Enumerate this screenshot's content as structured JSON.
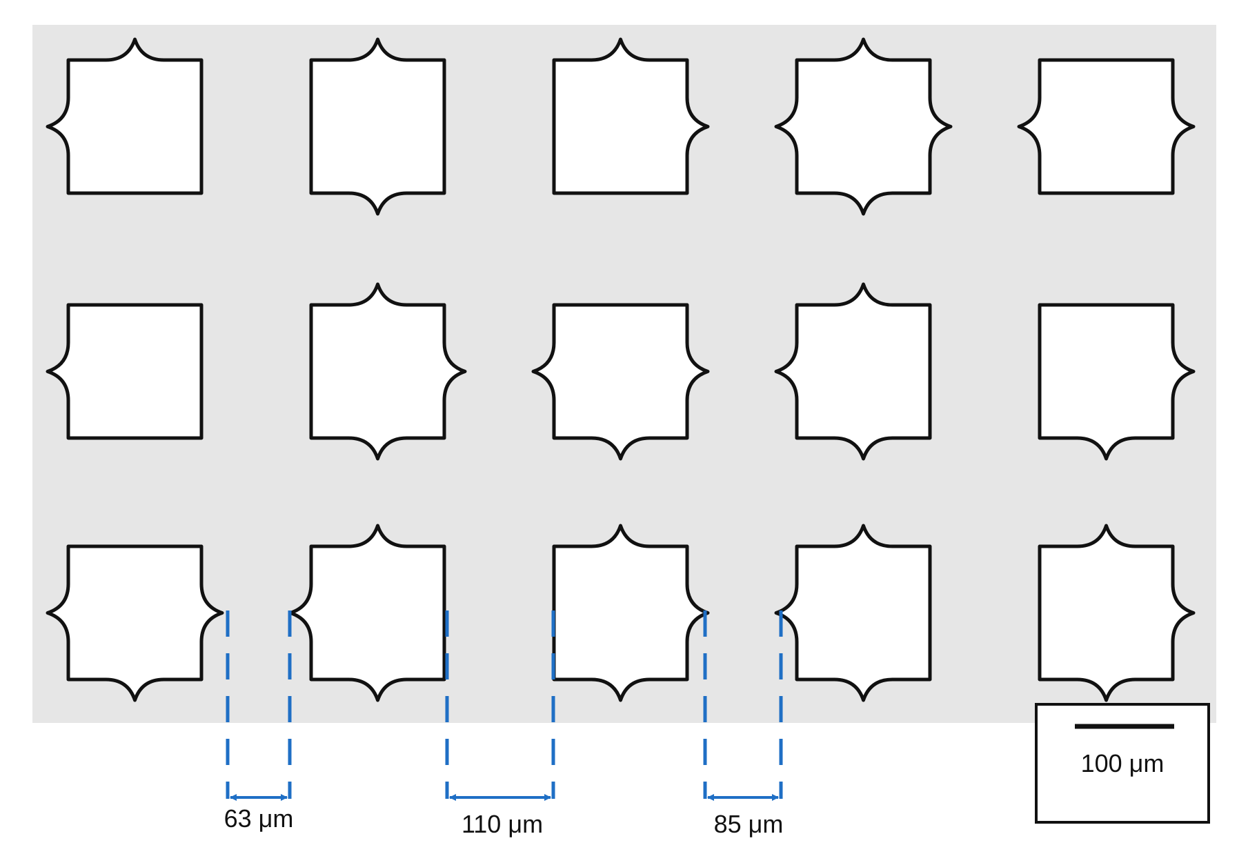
{
  "colors": {
    "background": "#ffffff",
    "panel": "#e6e6e6",
    "outline": "#111111",
    "dimension": "#1f6fc5"
  },
  "pattern": {
    "rows": 3,
    "columns": 5,
    "shapes": [
      {
        "top": true,
        "right": false,
        "bottom": false,
        "left": true
      },
      {
        "top": true,
        "right": false,
        "bottom": true,
        "left": false
      },
      {
        "top": true,
        "right": true,
        "bottom": false,
        "left": false
      },
      {
        "top": true,
        "right": true,
        "bottom": true,
        "left": true
      },
      {
        "top": false,
        "right": true,
        "bottom": false,
        "left": true
      },
      {
        "top": false,
        "right": false,
        "bottom": false,
        "left": true
      },
      {
        "top": true,
        "right": true,
        "bottom": true,
        "left": false
      },
      {
        "top": false,
        "right": true,
        "bottom": true,
        "left": true
      },
      {
        "top": true,
        "right": false,
        "bottom": true,
        "left": true
      },
      {
        "top": false,
        "right": true,
        "bottom": true,
        "left": false
      },
      {
        "top": false,
        "right": true,
        "bottom": true,
        "left": true
      },
      {
        "top": true,
        "right": false,
        "bottom": true,
        "left": true
      },
      {
        "top": true,
        "right": true,
        "bottom": true,
        "left": false
      },
      {
        "top": true,
        "right": false,
        "bottom": true,
        "left": true
      },
      {
        "top": true,
        "right": true,
        "bottom": true,
        "left": false
      }
    ]
  },
  "dimensions": [
    {
      "label": "63 μm"
    },
    {
      "label": "110 μm"
    },
    {
      "label": "85 μm"
    }
  ],
  "scale_bar": {
    "label": "100 μm"
  }
}
